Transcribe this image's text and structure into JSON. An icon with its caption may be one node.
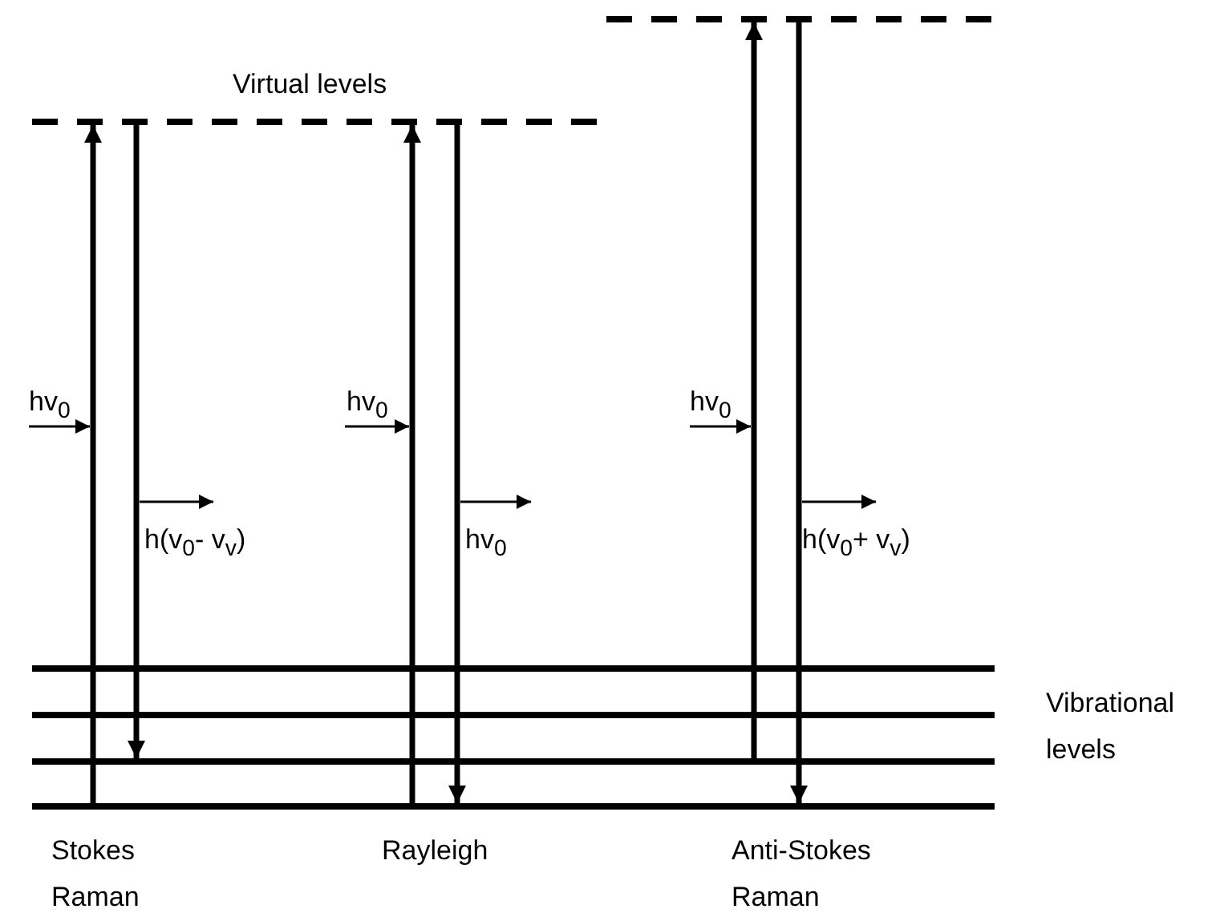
{
  "diagram": {
    "nodes": [
      {
        "text": [],
        "shape": "line"
      },
      {
        "text": [],
        "shape": "line"
      },
      {
        "text": [],
        "shape": "bar"
      },
      {
        "text": [],
        "shape": "bar"
      },
      {
        "text": [],
        "shape": "bar"
      },
      {
        "text": [],
        "shape": "bar"
      }
    ],
    "edges": [
      {
        "from": 5,
        "to": 0,
        "arrow": "to"
      },
      {
        "from": 0,
        "to": 4,
        "arrow": "to"
      },
      {
        "from": 5,
        "to": 0,
        "arrow": "to"
      },
      {
        "from": 0,
        "to": 5,
        "arrow": "to"
      },
      {
        "from": 4,
        "to": 1,
        "arrow": "to"
      },
      {
        "from": 1,
        "to": 5,
        "arrow": "to"
      }
    ],
    "labels": [
      "Virtual levels",
      "hv$_{0}$",
      "hv$_{0}$",
      "hv$_{0}$",
      "h(v$_{0}$- v$_{v}$)",
      "hv$_{0}$",
      "h(v$_{0}$+ v$_{v}$)",
      "Vibrational levels",
      "Stokes Raman",
      "Rayleigh",
      "Anti-Stokes Raman"
    ]
  }
}
